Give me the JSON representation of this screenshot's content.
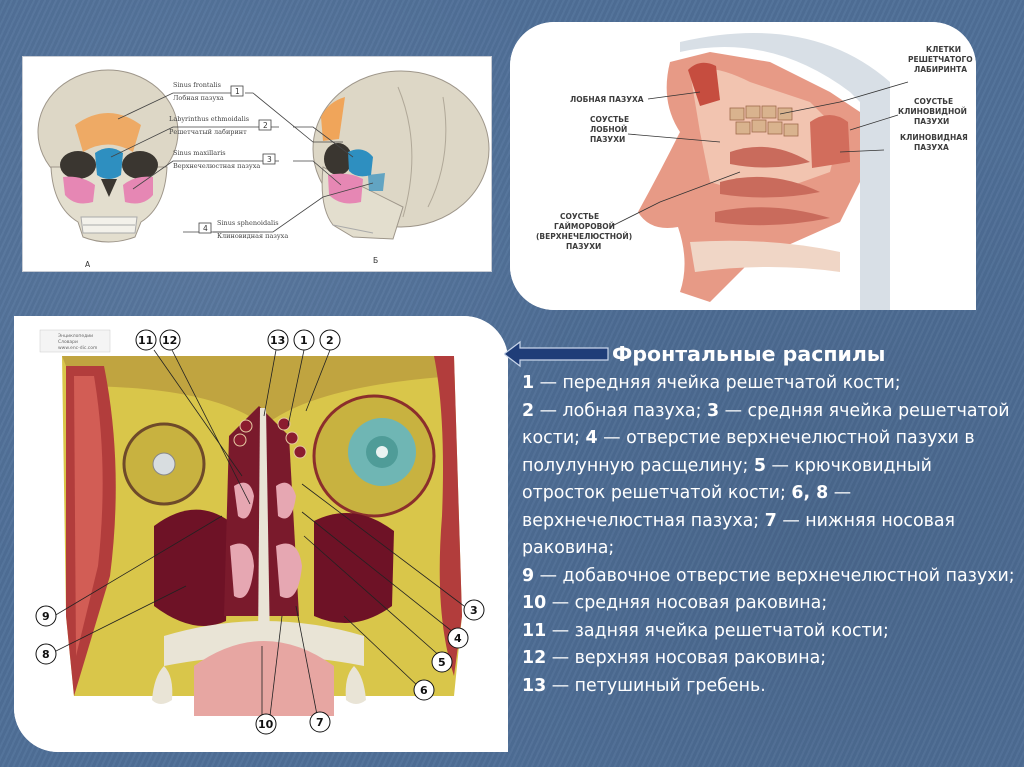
{
  "skull_panel": {
    "labels": [
      {
        "num": "1",
        "latin": "Sinus frontalis",
        "russian": "Лобная пазуха"
      },
      {
        "num": "2",
        "latin": "Labyrinthus ethmoidalis",
        "russian": "Решетчатый лабиринт"
      },
      {
        "num": "3",
        "latin": "Sinus maxillaris",
        "russian": "Верхнечелюстная пазуха"
      },
      {
        "num": "4",
        "latin": "Sinus sphenoidalis",
        "russian": "Клиновидная пазуха"
      }
    ],
    "view_a": "А",
    "view_b": "Б"
  },
  "sagittal_panel": {
    "labels": {
      "frontal_sinus": "ЛОБНАЯ ПАЗУХА",
      "frontal_ostium": [
        "СОУСТЬЕ",
        "ЛОБНОЙ",
        "ПАЗУХИ"
      ],
      "maxillary_ostium": [
        "СОУСТЬЕ",
        "ГАЙМОРОВОЙ",
        "(ВЕРХНЕЧЕЛЮСТНОЙ)",
        "ПАЗУХИ"
      ],
      "ethmoid_cells": [
        "КЛЕТКИ",
        "РЕШЕТЧАТОГО",
        "ЛАБИРИНТА"
      ],
      "sphenoid_ostium": [
        "СОУСТЬЕ",
        "КЛИНОВИДНОЙ",
        "ПАЗУХИ"
      ],
      "sphenoid_sinus": [
        "КЛИНОВИДНАЯ",
        "ПАЗУХА"
      ]
    }
  },
  "frontal_panel": {
    "watermark": [
      "Энциклопедии",
      "Словари",
      "www.enc-dic.com"
    ],
    "top_numbers": [
      "11",
      "12",
      "13",
      "1",
      "2"
    ],
    "left_numbers": [
      "9",
      "8"
    ],
    "right_numbers": [
      "3",
      "4",
      "5",
      "6"
    ],
    "bottom_numbers": [
      "10",
      "7"
    ]
  },
  "text": {
    "heading": "Фронтальные распилы",
    "items": [
      {
        "num": "1",
        "desc": " — передняя ячейка решетчатой кости;"
      },
      {
        "num": "2",
        "desc": " — лобная пазуха; "
      },
      {
        "num": "3",
        "desc": " — средняя ячейка решетчатой кости; "
      },
      {
        "num": "4",
        "desc": " — отверстие верхнечелюстной пазухи в полулунную расщелину; "
      },
      {
        "num": "5",
        "desc": " — крючковидный отросток решетчатой кости; "
      },
      {
        "num": "6, 8",
        "desc": " — верхнечелюстная пазуха; "
      },
      {
        "num": "7",
        "desc": " — нижняя носовая раковина;"
      },
      {
        "num": "9",
        "desc": " — добавочное отверстие верхнечелюстной пазухи; "
      },
      {
        "num": "10",
        "desc": " — средняя носовая раковина;"
      },
      {
        "num": "11",
        "desc": " — задняя ячейка решетчатой кости;"
      },
      {
        "num": "12",
        "desc": " — верхняя носовая раковина;"
      },
      {
        "num": "13",
        "desc": " — петушиный гребень."
      }
    ]
  },
  "colors": {
    "background": "#4f6f98",
    "arrow": "#1f3d78",
    "text": "#ffffff",
    "frontal_sinus": "#f0a55a",
    "ethmoid": "#2e8fc0",
    "maxillary": "#e687b4",
    "bone": "#e9e4d6",
    "tissue_yellow": "#d9c64a",
    "sinus_dark": "#6e1226"
  }
}
